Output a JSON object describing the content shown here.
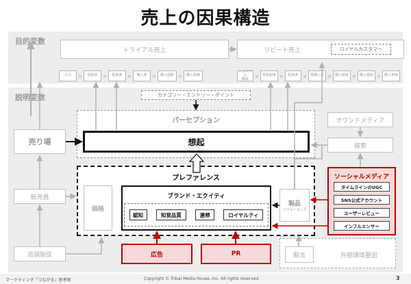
{
  "title": "売上の因果構造",
  "sections": {
    "objective_label": "目的変数",
    "explanatory_label": "説明変数"
  },
  "objective": {
    "trial_sales": "トライアル売上",
    "repeat_sales": "リピート売上",
    "loyal_customer": "ロイヤルカスタマー",
    "trial_factors": [
      "人口",
      "想起率",
      "配荷率",
      "購入率",
      "購入個数",
      "購入単価"
    ],
    "repeat_factors": [
      "トライアル\n購買",
      "再想起率",
      "配荷率",
      "再購入率",
      "購入頻度",
      "購入個数",
      "購入単価"
    ],
    "x_mark": "×"
  },
  "diagram": {
    "category_entry_point": "カテゴリー・エントリー・ポイント",
    "perception": "パーセプション",
    "recall": "想起",
    "preference": "プレファレンス",
    "brand_equity": "ブランド・エクイティ",
    "equity_items": [
      "認知",
      "知覚品質",
      "連想",
      "ロイヤルティ"
    ],
    "price": "価格",
    "product": "製品",
    "product_sub": "パフォーマンス",
    "sales_floor": "売り場",
    "salesperson": "販売員",
    "store_promo": "店頭販促",
    "owned_media": "オウンドメディア",
    "search": "検索",
    "social_media": "ソーシャルメディア",
    "social_items": [
      "タイムラインのUGC",
      "SNS公式アカウント",
      "ユーザーレビュー",
      "インフルエンサー"
    ],
    "ad": "広告",
    "pr": "PR",
    "competition": "競合",
    "external": "外部環境要因"
  },
  "footer": {
    "left": "マーケティング「つながる」思考術",
    "center": "Copyright © Tribal Media House, Inc. All rights reserved.",
    "page": "3"
  },
  "colors": {
    "accent_red": "#c00000",
    "red_fill": "#f6dada",
    "band_gray": "#ededed",
    "box_gray": "#bfbfbf"
  }
}
